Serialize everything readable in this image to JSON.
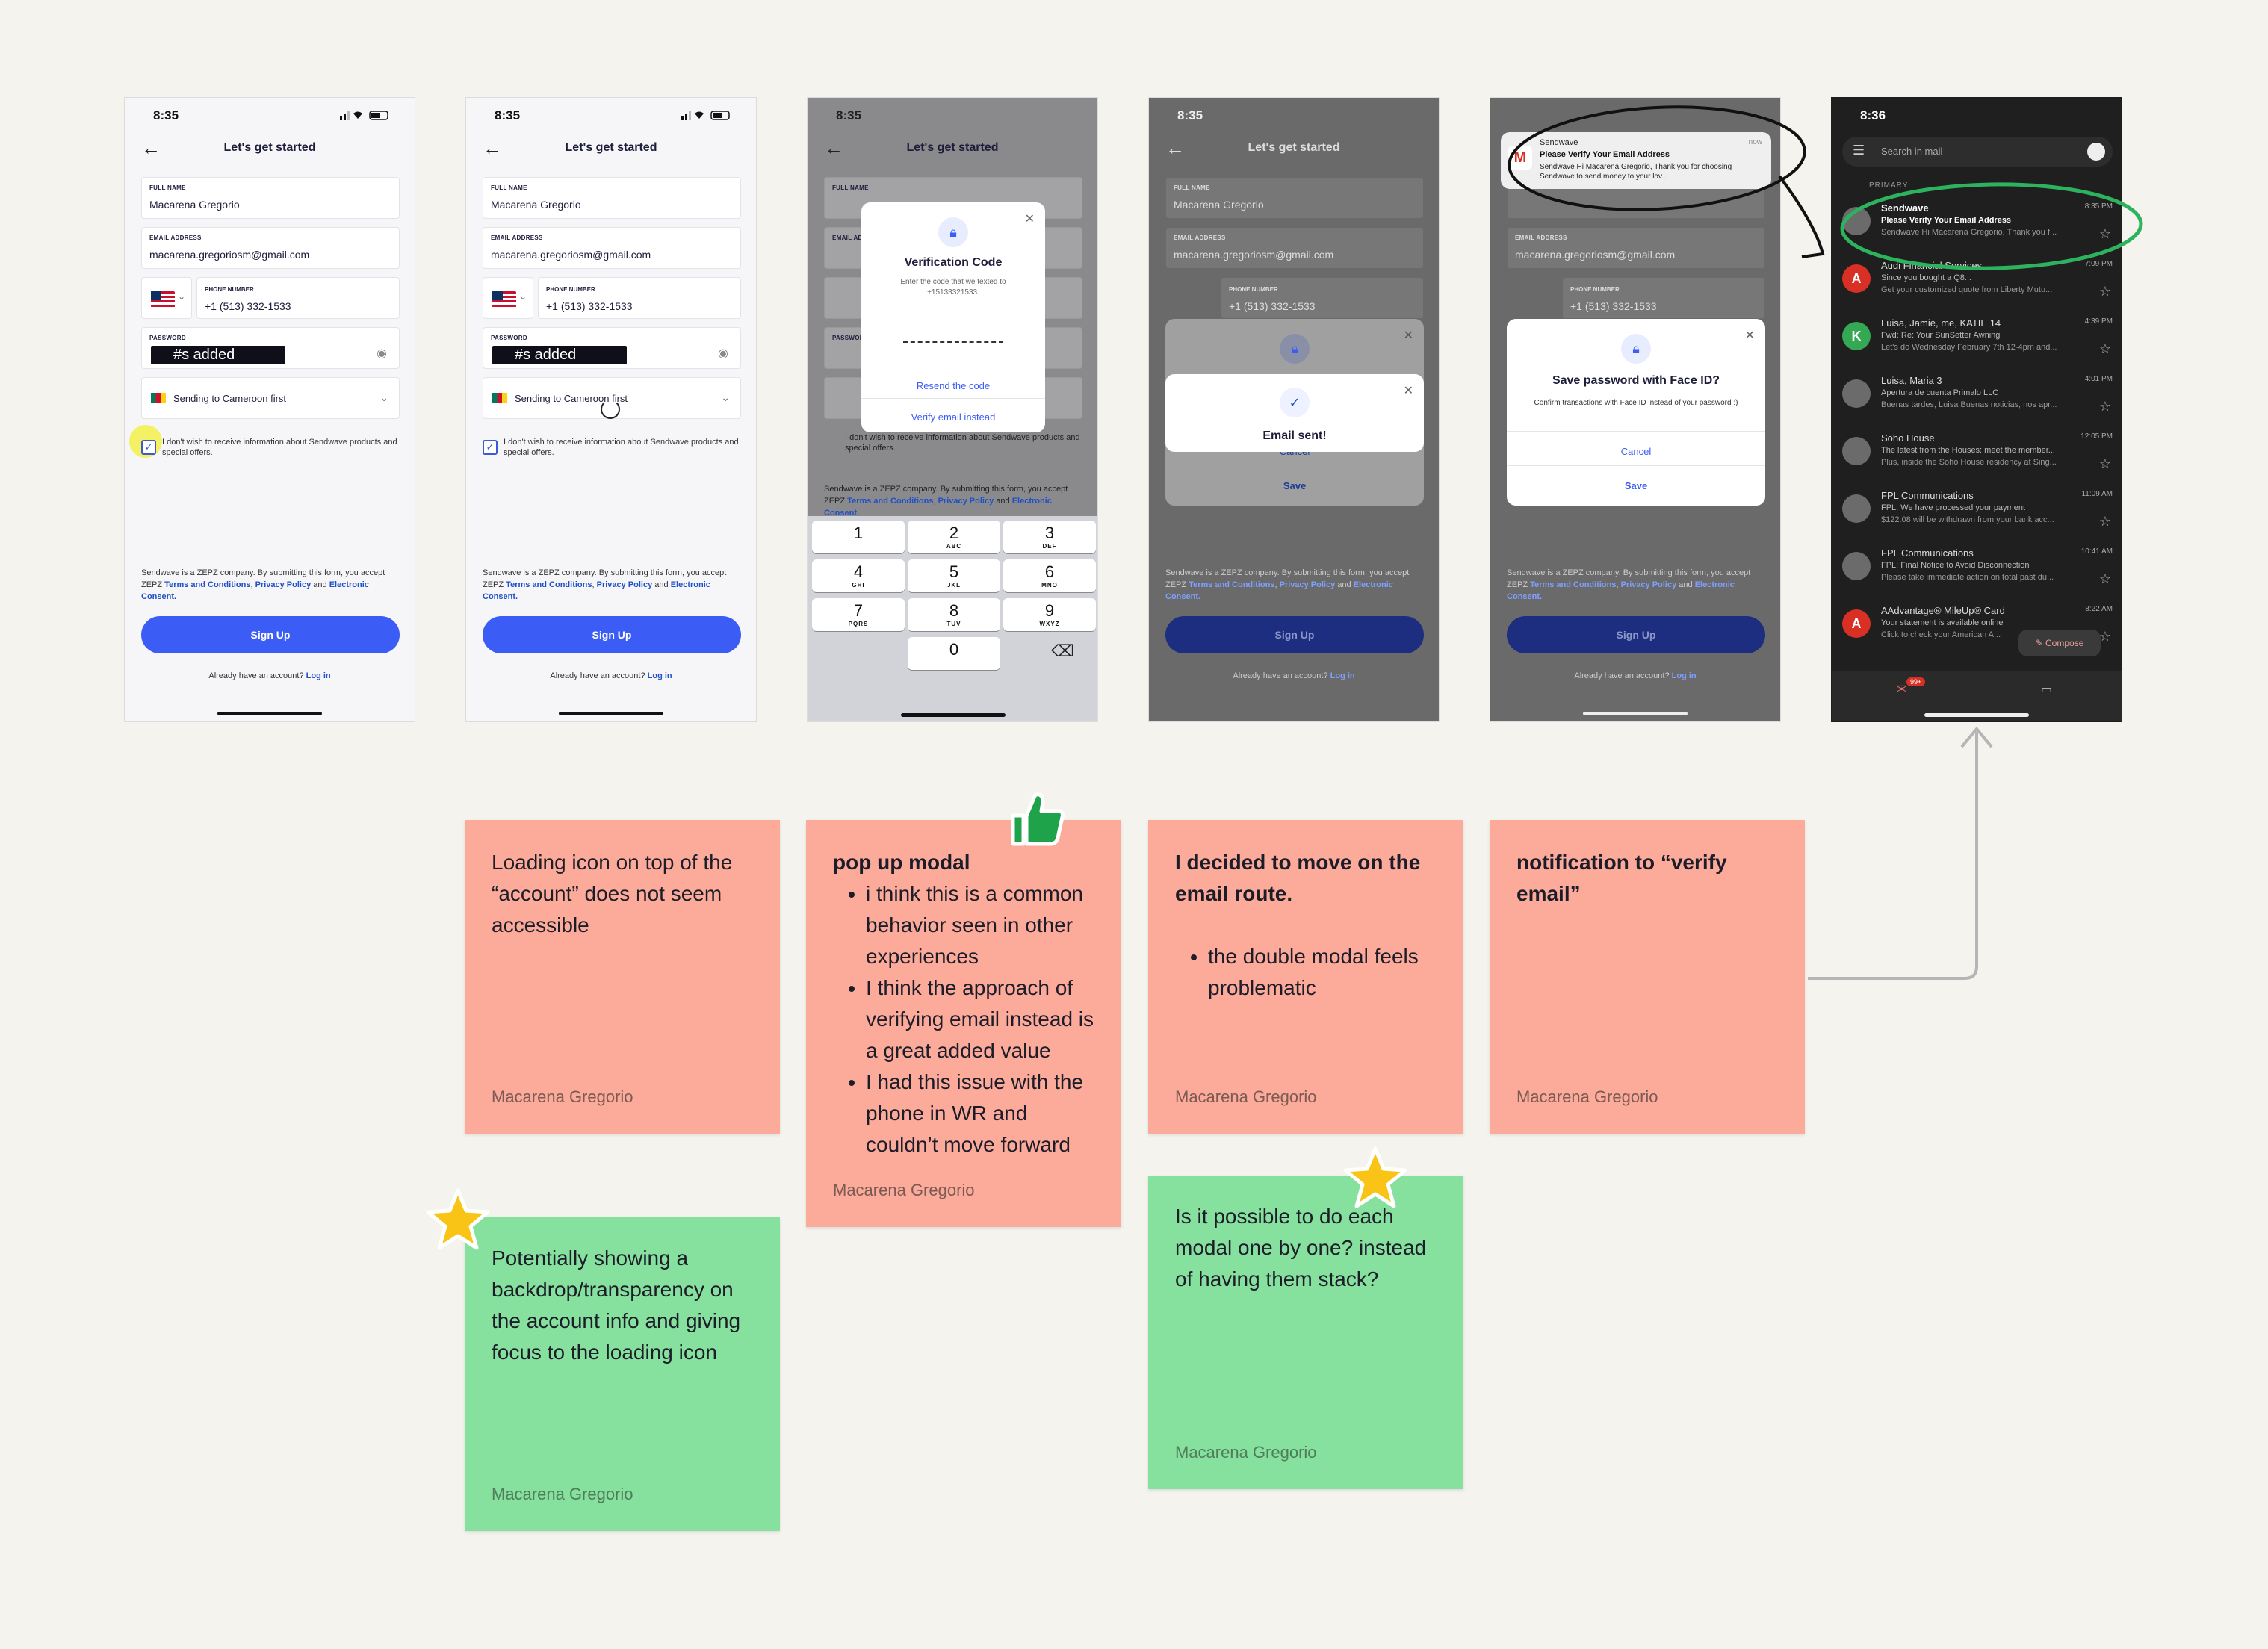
{
  "status_time": "8:35",
  "status_time_gmail": "8:36",
  "header_title": "Let's get started",
  "form": {
    "full_name_label": "FULL NAME",
    "full_name": "Macarena Gregorio",
    "email_label": "EMAIL ADDRESS",
    "email": "macarena.gregoriosm@gmail.com",
    "phone_label": "PHONE NUMBER",
    "phone": "+1 (513) 332-1533",
    "password_label": "PASSWORD",
    "password_tag": "#s added",
    "destination": "Sending to Cameroon first",
    "optout": "I don't wish to receive information about Sendwave products and special offers.",
    "legal_1": "Sendwave is a ZEPZ company. By submitting this form, you accept ZEPZ ",
    "legal_terms": "Terms and Conditions",
    "legal_privacy": "Privacy Policy",
    "legal_and": " and ",
    "legal_consent": "Electronic Consent.",
    "signup": "Sign Up",
    "have_account": "Already have an account?",
    "login": "Log in"
  },
  "verification": {
    "title": "Verification Code",
    "desc": "Enter the code that we texted to +15133321533.",
    "resend": "Resend the code",
    "verify_email": "Verify email instead"
  },
  "keypad": [
    {
      "n": "1",
      "l": ""
    },
    {
      "n": "2",
      "l": "ABC"
    },
    {
      "n": "3",
      "l": "DEF"
    },
    {
      "n": "4",
      "l": "GHI"
    },
    {
      "n": "5",
      "l": "JKL"
    },
    {
      "n": "6",
      "l": "MNO"
    },
    {
      "n": "7",
      "l": "PQRS"
    },
    {
      "n": "8",
      "l": "TUV"
    },
    {
      "n": "9",
      "l": "WXYZ"
    },
    {
      "n": "0",
      "l": ""
    }
  ],
  "email_sent": "Email sent!",
  "faceid": {
    "title": "Save password with Face ID?",
    "desc": "Confirm transactions with Face ID instead of your password :)",
    "cancel": "Cancel",
    "save": "Save"
  },
  "notification": {
    "app": "Sendwave",
    "time": "now",
    "title": "Please Verify Your Email Address",
    "body": "Sendwave Hi Macarena Gregorio, Thank you for choosing Sendwave to send money to your lov..."
  },
  "gmail": {
    "search": "Search in mail",
    "section": "PRIMARY",
    "badge": "99+",
    "compose": "Compose",
    "mails": [
      {
        "initial": "",
        "color": "#6b6b6b",
        "sender": "Sendwave",
        "time": "8:35 PM",
        "subject": "Please Verify Your Email Address",
        "preview": "Sendwave Hi Macarena Gregorio, Thank you f..."
      },
      {
        "initial": "A",
        "color": "#d93025",
        "sender": "Audi Financial Services",
        "time": "7:09 PM",
        "subject": "Since you bought a Q8...",
        "preview": "Get your customized quote from Liberty Mutu..."
      },
      {
        "initial": "K",
        "color": "#34a853",
        "sender": "Luisa, Jamie, me, KATIE 14",
        "time": "4:39 PM",
        "subject": "Fwd: Re: Your SunSetter Awning",
        "preview": "Let's do Wednesday February 7th 12-4pm and..."
      },
      {
        "initial": "",
        "color": "#6b6b6b",
        "sender": "Luisa, Maria 3",
        "time": "4:01 PM",
        "subject": "Apertura de cuenta Primalo LLC",
        "preview": "Buenas tardes, Luisa Buenas noticias, nos apr..."
      },
      {
        "initial": "",
        "color": "#6b6b6b",
        "sender": "Soho House",
        "time": "12:05 PM",
        "subject": "The latest from the Houses: meet the member...",
        "preview": "Plus, inside the Soho House residency at Sing..."
      },
      {
        "initial": "",
        "color": "#6b6b6b",
        "sender": "FPL Communications",
        "time": "11:09 AM",
        "subject": "FPL: We have processed your payment",
        "preview": "$122.08 will be withdrawn from your bank acc..."
      },
      {
        "initial": "",
        "color": "#6b6b6b",
        "sender": "FPL Communications",
        "time": "10:41 AM",
        "subject": "FPL: Final Notice to Avoid Disconnection",
        "preview": "Please take immediate action on total past du..."
      },
      {
        "initial": "A",
        "color": "#d93025",
        "sender": "AAdvantage® MileUp® Card",
        "time": "8:22 AM",
        "subject": "Your statement is available online",
        "preview": "Click to check your American A..."
      }
    ]
  },
  "notes": {
    "n1": "Loading icon on top of the “account” does not seem accessible",
    "n2_title": "pop up modal",
    "n2_items": [
      "i think this is a common behavior seen in other experiences",
      "I think the approach of verifying email instead is a great added value",
      "I had this issue with the phone in WR and couldn’t move forward"
    ],
    "n3_title": "I decided to move on the email route.",
    "n3_items": [
      "the double modal feels problematic"
    ],
    "n4": "notification to “verify email”",
    "n5": "Potentially showing a backdrop/transparency on the account info and giving focus to the loading icon",
    "n6": "Is it possible to do each modal one by one? instead of having them stack?",
    "author": "Macarena Gregorio"
  },
  "colors": {
    "primary": "#3b5cf5",
    "note_red": "#fcab9b",
    "note_green": "#86e09e",
    "annotation_green": "#2db35d"
  }
}
